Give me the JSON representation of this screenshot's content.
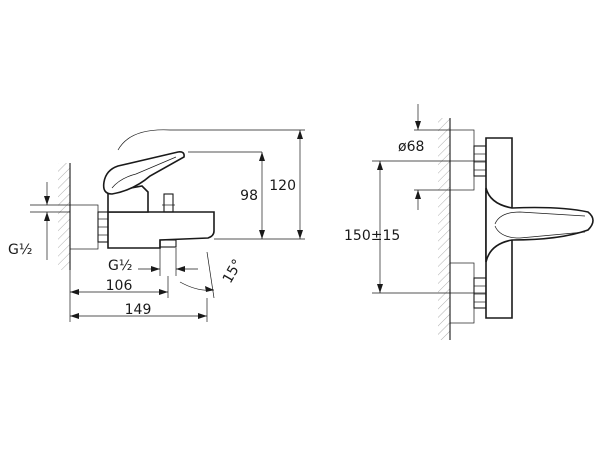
{
  "side_view": {
    "dims": {
      "height_98": "98",
      "height_120": "120",
      "projection_106": "106",
      "projection_149": "149",
      "thread_inlet": "G½",
      "thread_outlet": "G½",
      "angle": "15°"
    }
  },
  "front_view": {
    "dims": {
      "diameter": "ø68",
      "centres": "150±15"
    }
  }
}
